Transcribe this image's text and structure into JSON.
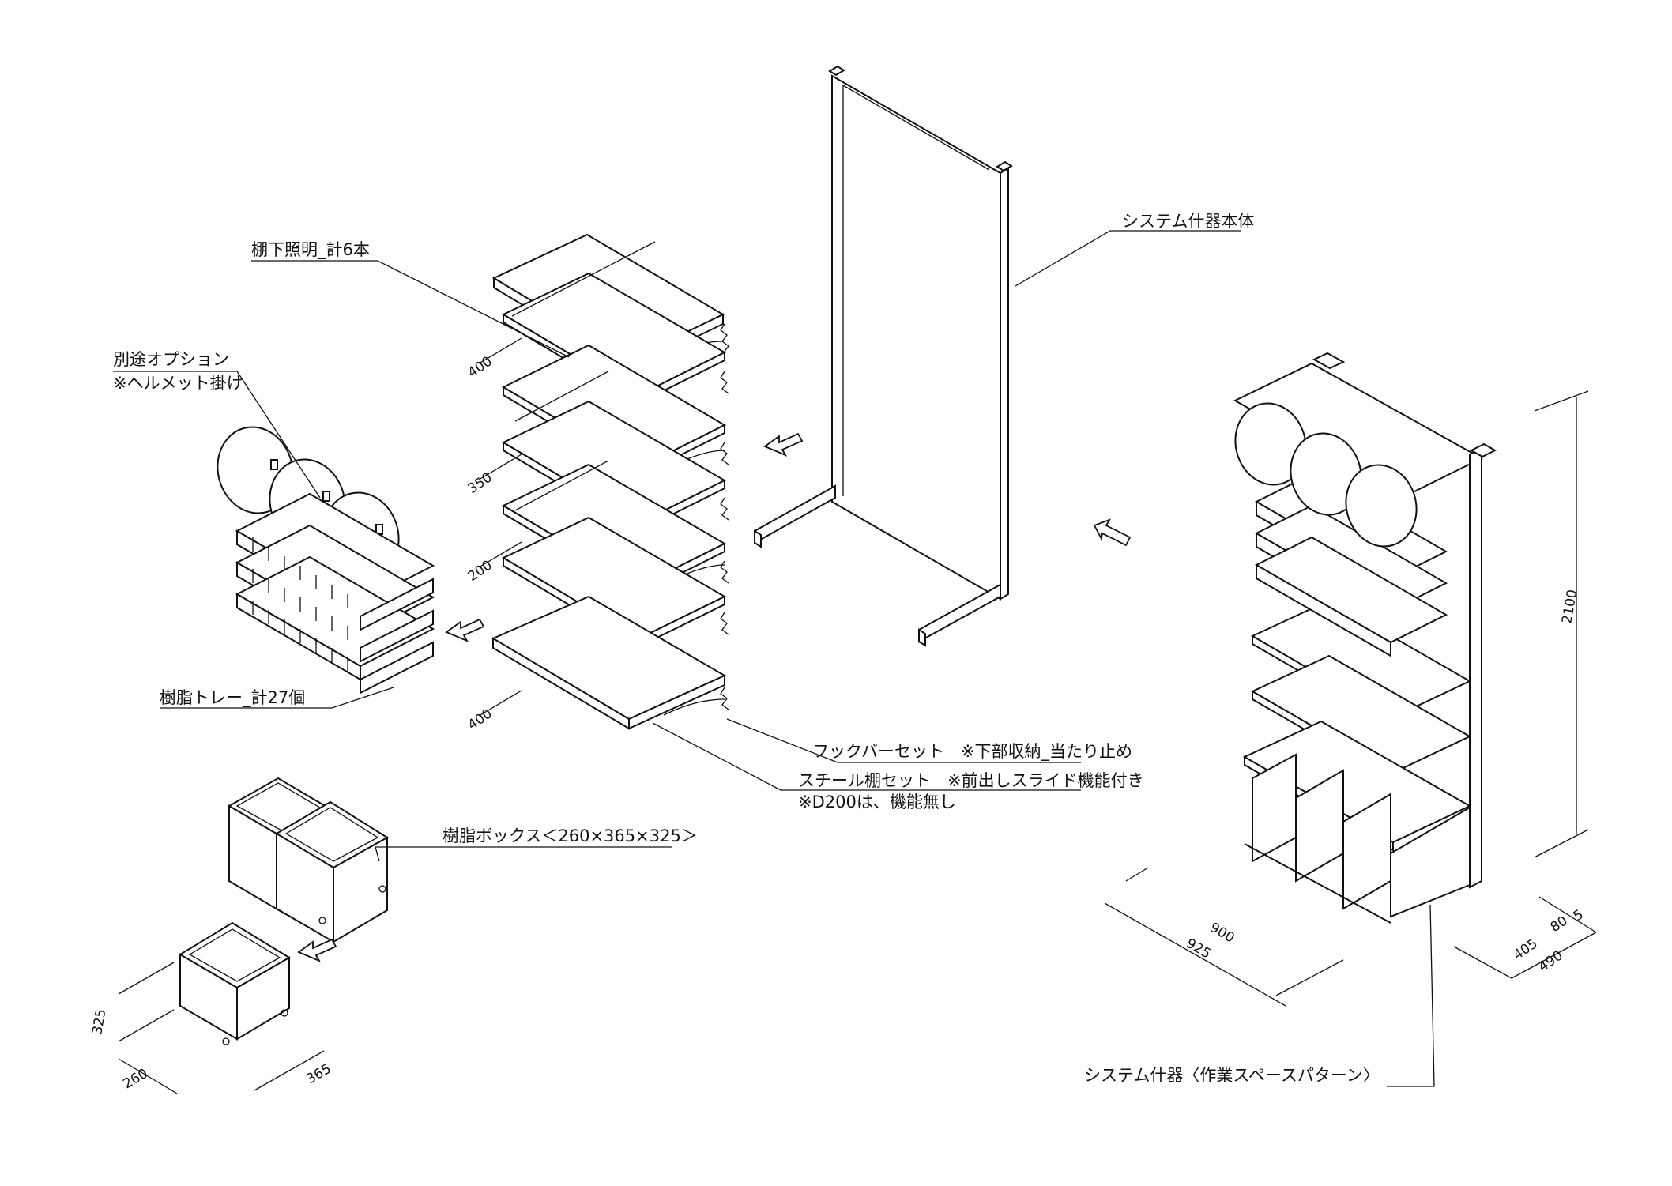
{
  "labels": {
    "under_shelf_lighting": "棚下照明_計6本",
    "separate_option_1": "別途オプション",
    "separate_option_2": "※ヘルメット掛け",
    "resin_tray": "樹脂トレー_計27個",
    "system_body": "システム什器本体",
    "hook_bar_set": "フックバーセット　※下部収納_当たり止め",
    "steel_shelf_set": "スチール棚セット　※前出しスライド機能付き",
    "steel_shelf_note": "※D200は、機能無し",
    "resin_box": "樹脂ボックス＜260×365×325＞",
    "system_fixture": "システム什器〈作業スペースパターン〉"
  },
  "dimensions": {
    "shelf_depth_top": "400",
    "shelf_depth_2": "350",
    "shelf_depth_3": "200",
    "shelf_depth_bottom": "400",
    "box_height": "325",
    "box_depth": "260",
    "box_width": "365",
    "fixture_height": "2100",
    "fixture_width_inner": "900",
    "fixture_width_outer": "925",
    "fixture_depth_a": "405",
    "fixture_depth_b": "80",
    "fixture_depth_c": "5",
    "fixture_depth_total": "490"
  },
  "colors": {
    "line": "#111111",
    "background": "#ffffff"
  }
}
